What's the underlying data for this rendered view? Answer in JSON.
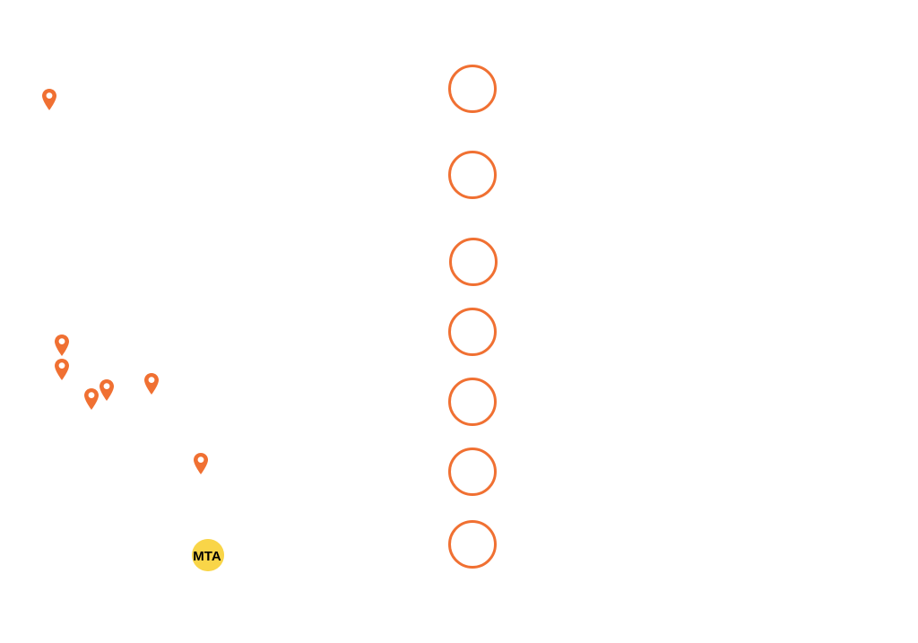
{
  "map": {
    "accent_color": "#f07032",
    "pin_icon": "map-marker-icon",
    "pin_count": 7,
    "stop_count": 7
  },
  "logo": {
    "text": "MTA",
    "background_color": "#f9d548",
    "text_color": "#000000"
  }
}
